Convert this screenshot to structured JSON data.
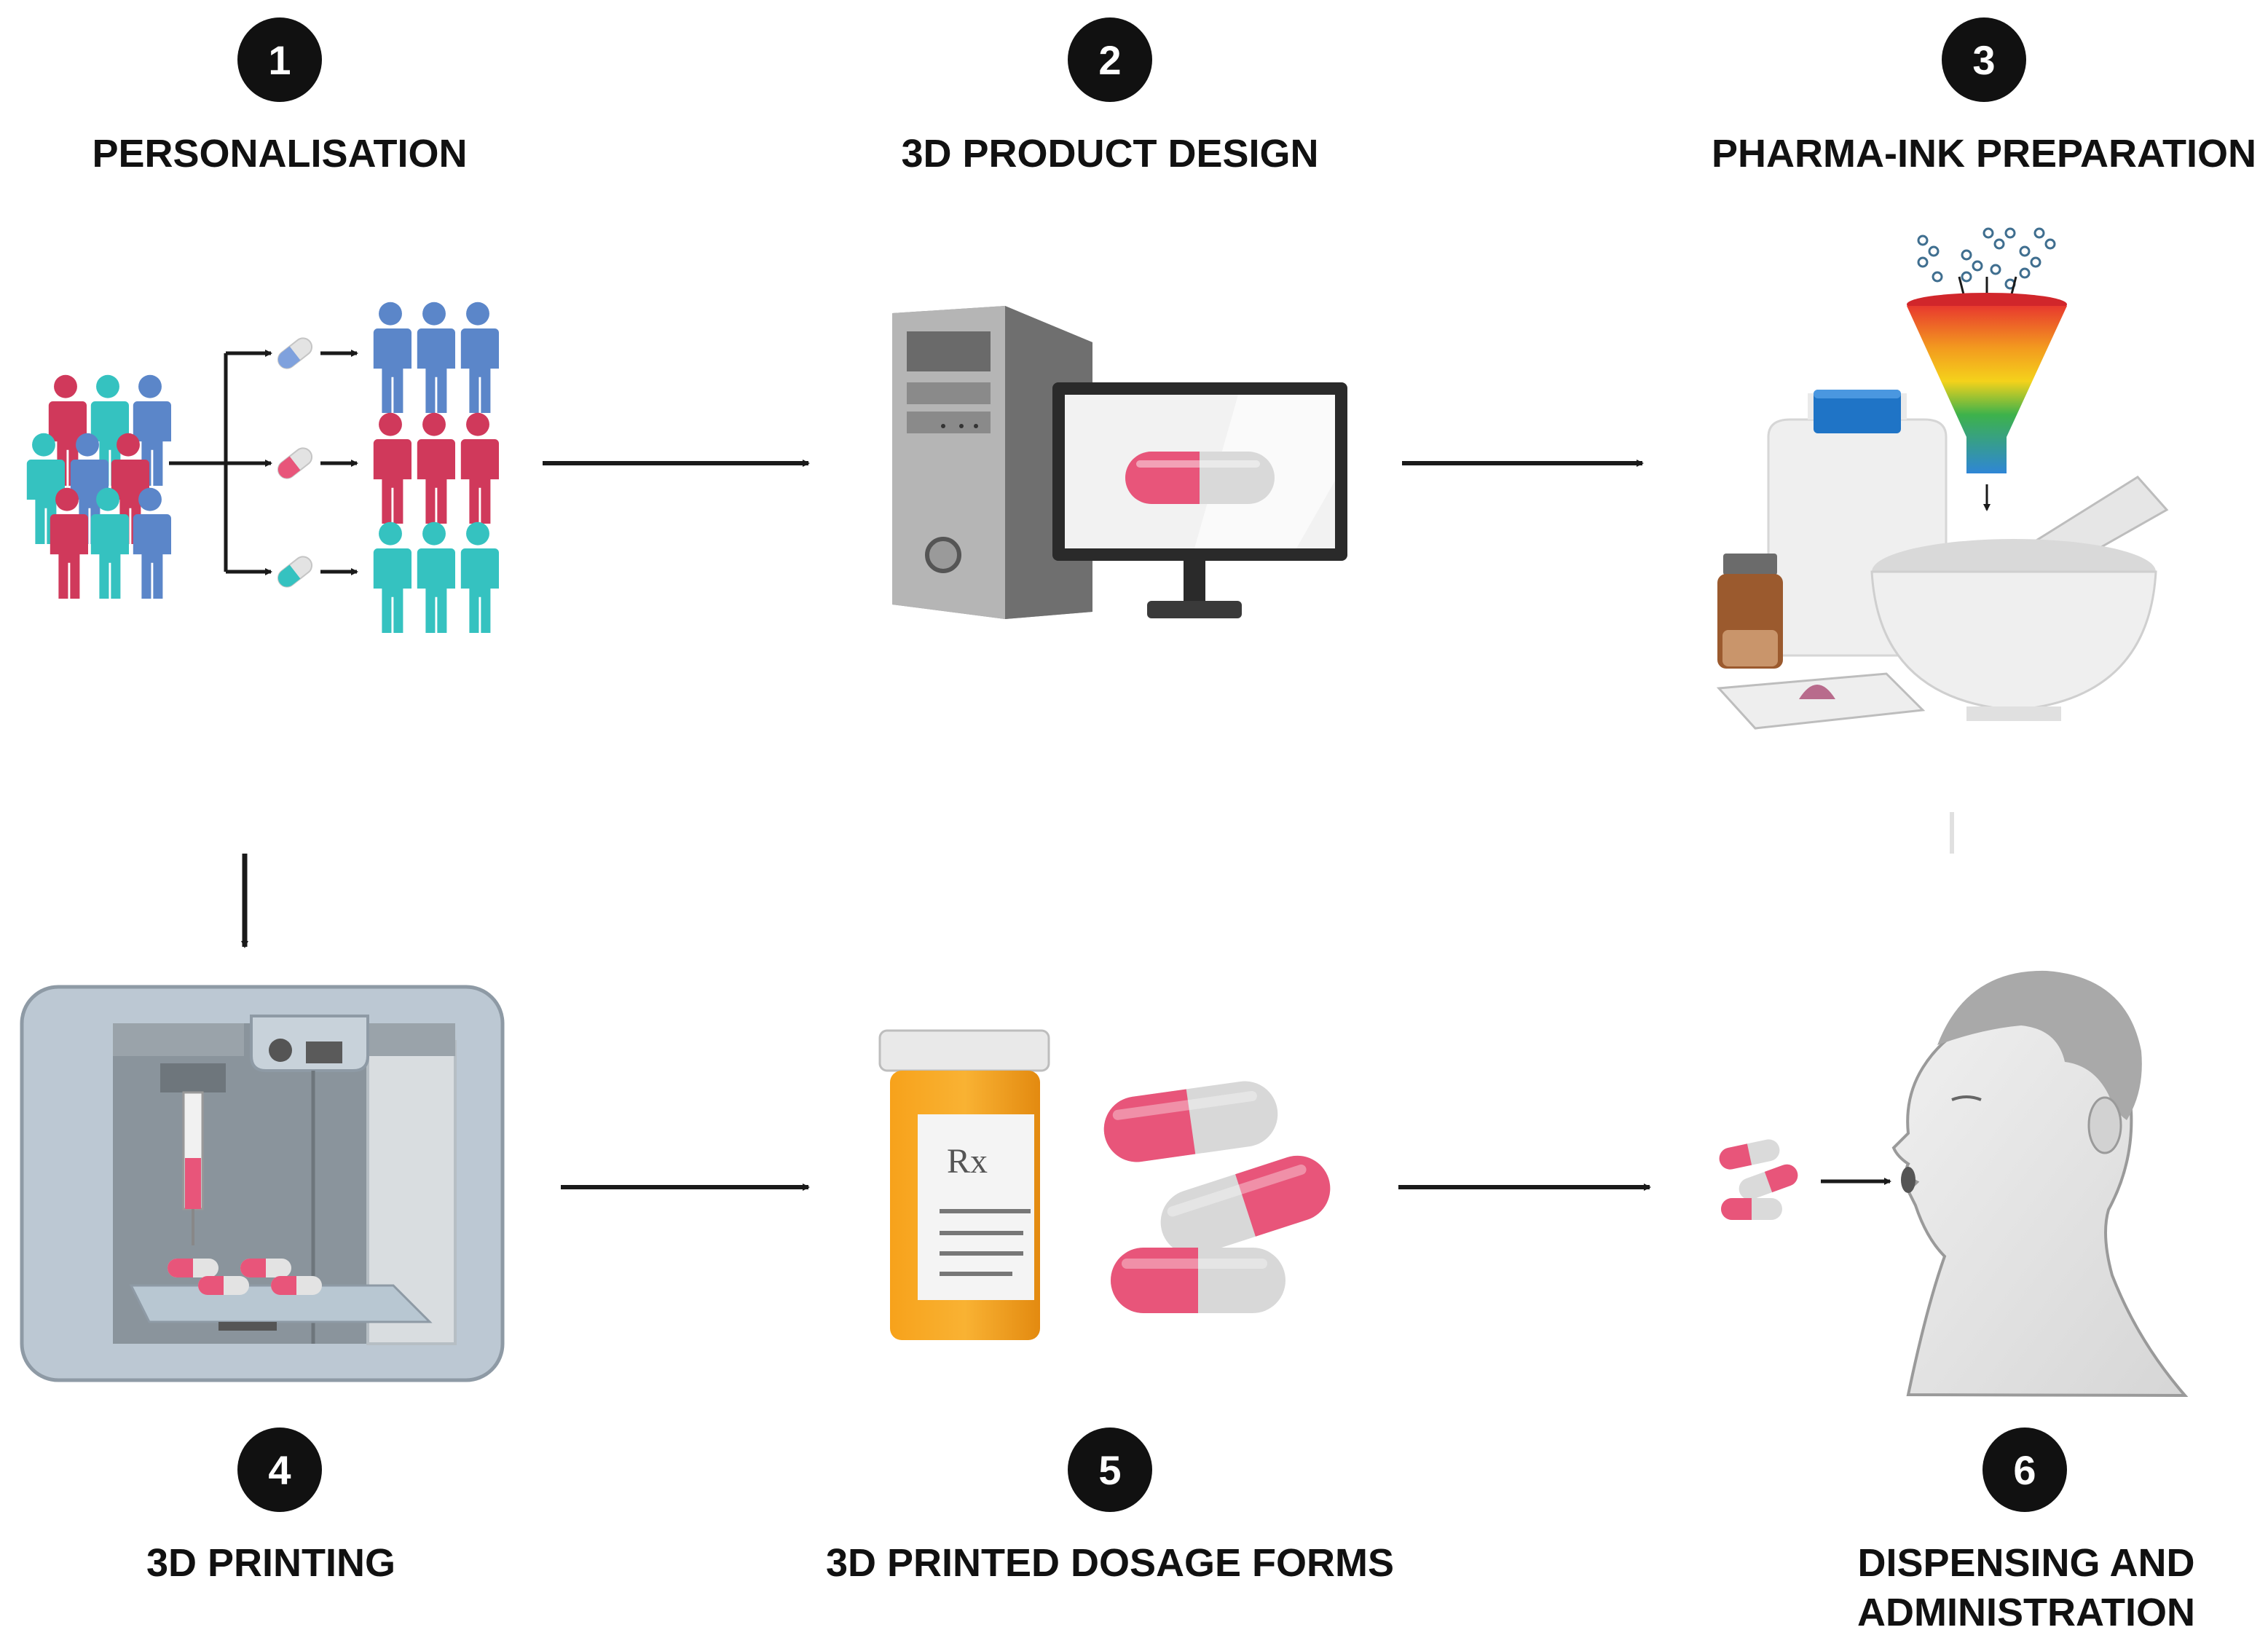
{
  "steps": [
    {
      "number": "1",
      "title": "PERSONALISATION"
    },
    {
      "number": "2",
      "title": "3D PRODUCT DESIGN"
    },
    {
      "number": "3",
      "title": "PHARMA-INK PREPARATION"
    },
    {
      "number": "4",
      "title": "3D PRINTING"
    },
    {
      "number": "5",
      "title": "3D PRINTED DOSAGE FORMS"
    },
    {
      "number": "6",
      "title": "DISPENSING AND ADMINISTRATION"
    }
  ],
  "labels": {
    "rx_label": "Rx"
  },
  "colors": {
    "badge": "#111111",
    "pill_pink": "#e8557a",
    "pill_grey": "#d9d9d9",
    "person_red": "#d0395b",
    "person_teal": "#35c2c0",
    "person_blue": "#5b86c9",
    "arrow": "#1a1a1a"
  }
}
